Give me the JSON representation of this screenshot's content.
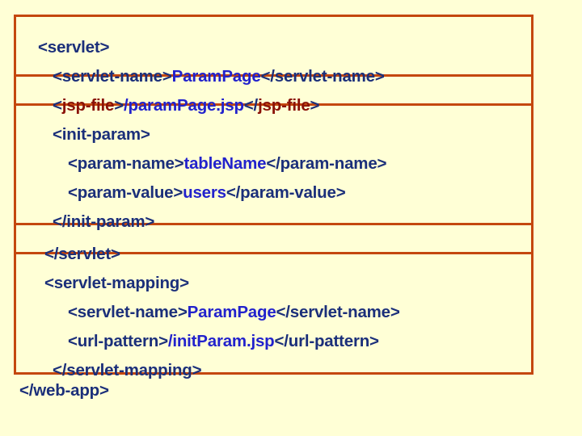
{
  "slide": {
    "background_color": "#ffffd6",
    "box": {
      "border_color": "#c4470f",
      "fill_color": "#ffffd6"
    }
  },
  "colors": {
    "tag": "#1b2f7a",
    "value": "#2222cc",
    "accent": "#8a1208",
    "border": "#c4470f",
    "background": "#ffffd6"
  },
  "code": {
    "language": "xml",
    "lines": [
      {
        "id": "line-servlet-open",
        "indent": 0,
        "text": "<servlet>",
        "segments": [
          {
            "text": "<servlet>",
            "role": "tag"
          }
        ]
      },
      {
        "id": "line-servlet-name-1",
        "indent": 1,
        "text": "<servlet-name>ParamPage</servlet-name>",
        "segments": [
          {
            "text": "<servlet-name>",
            "role": "tag"
          },
          {
            "text": "ParamPage",
            "role": "value"
          },
          {
            "text": "</servlet-name>",
            "role": "tag"
          }
        ]
      },
      {
        "id": "line-jsp-file",
        "indent": 1,
        "text": "<jsp-file>/paramPage.jsp</jsp-file>",
        "segments": [
          {
            "text": "<",
            "role": "tag"
          },
          {
            "text": "jsp-file",
            "role": "accent"
          },
          {
            "text": ">",
            "role": "tag"
          },
          {
            "text": "/paramPage.jsp",
            "role": "value"
          },
          {
            "text": "</",
            "role": "tag"
          },
          {
            "text": "jsp-file",
            "role": "accent"
          },
          {
            "text": ">",
            "role": "tag"
          }
        ]
      },
      {
        "id": "line-init-param-open",
        "indent": 1,
        "text": "<init-param>",
        "segments": [
          {
            "text": "<init-param>",
            "role": "tag"
          }
        ]
      },
      {
        "id": "line-param-name",
        "indent": 3,
        "text": "<param-name>tableName</param-name>",
        "segments": [
          {
            "text": "<param-name>",
            "role": "tag"
          },
          {
            "text": "tableName",
            "role": "value"
          },
          {
            "text": "</param-name>",
            "role": "tag"
          }
        ]
      },
      {
        "id": "line-param-value",
        "indent": 3,
        "text": "<param-value>users</param-value>",
        "segments": [
          {
            "text": "<param-value>",
            "role": "tag"
          },
          {
            "text": "users",
            "role": "value"
          },
          {
            "text": "</param-value>",
            "role": "tag"
          }
        ]
      },
      {
        "id": "line-init-param-close",
        "indent": 1,
        "text": "</init-param>",
        "segments": [
          {
            "text": "</init-param>",
            "role": "tag"
          }
        ]
      },
      {
        "id": "line-servlet-close",
        "indent": 4,
        "text": "</servlet>",
        "segments": [
          {
            "text": "</servlet>",
            "role": "tag"
          }
        ]
      },
      {
        "id": "line-servlet-mapping-open",
        "indent": 4,
        "text": "<servlet-mapping>",
        "segments": [
          {
            "text": "<servlet-mapping>",
            "role": "tag"
          }
        ]
      },
      {
        "id": "line-servlet-name-2",
        "indent": 3,
        "text": "<servlet-name>ParamPage</servlet-name>",
        "segments": [
          {
            "text": "<servlet-name>",
            "role": "tag"
          },
          {
            "text": "ParamPage",
            "role": "value"
          },
          {
            "text": "</servlet-name>",
            "role": "tag"
          }
        ]
      },
      {
        "id": "line-url-pattern",
        "indent": 3,
        "text": "<url-pattern>/initParam.jsp</url-pattern>",
        "segments": [
          {
            "text": "<url-pattern>",
            "role": "tag"
          },
          {
            "text": "/initParam.jsp",
            "role": "value"
          },
          {
            "text": "</url-pattern>",
            "role": "tag"
          }
        ]
      },
      {
        "id": "line-servlet-mapping-close",
        "indent": 2,
        "text": "</servlet-mapping>",
        "segments": [
          {
            "text": "</servlet-mapping>",
            "role": "tag"
          }
        ]
      }
    ],
    "outer_line": {
      "id": "line-web-app-close",
      "text": "</web-app>",
      "segments": [
        {
          "text": "</web-app>",
          "role": "tag"
        }
      ]
    }
  },
  "layout": {
    "line_tops": [
      20,
      56,
      92,
      128,
      164,
      200,
      236,
      276,
      312,
      348,
      384,
      420
    ],
    "divider_tops": [
      71,
      107,
      255,
      291
    ]
  }
}
